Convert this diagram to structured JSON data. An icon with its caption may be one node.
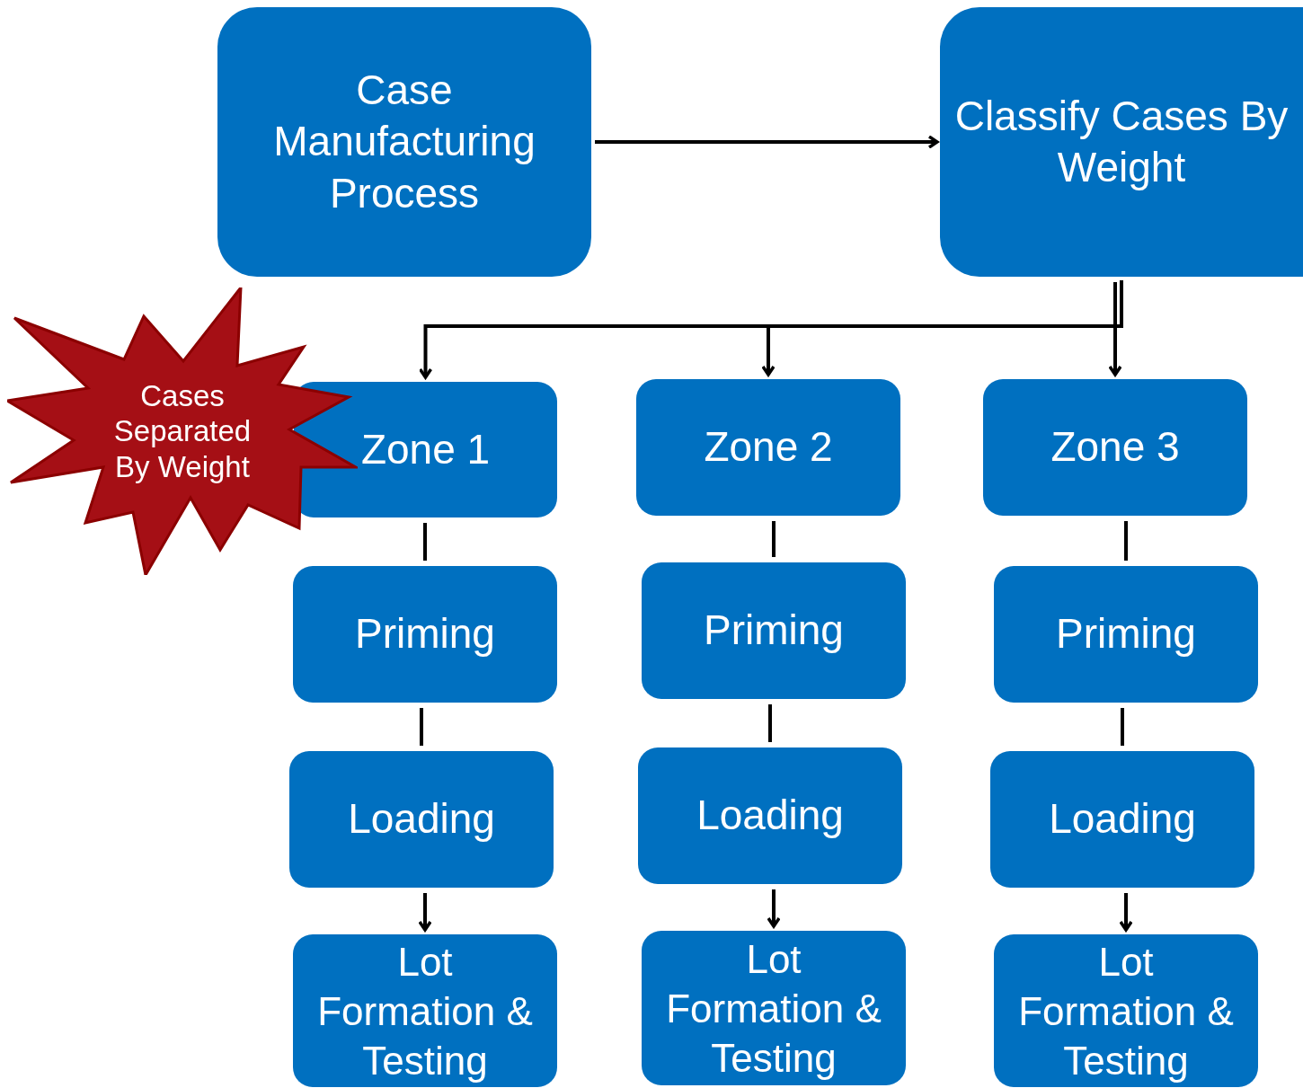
{
  "diagram": {
    "nodes": [
      {
        "text": [
          "Case Manufacturing Process"
        ]
      },
      {
        "text": [
          "Classify Cases By Weight"
        ]
      },
      {
        "text": [
          "Cases Separated By Weight"
        ]
      },
      {
        "text": [
          "Zone 1"
        ]
      },
      {
        "text": [
          "Zone 2"
        ]
      },
      {
        "text": [
          "Zone 3"
        ]
      },
      {
        "text": [
          "Priming"
        ]
      },
      {
        "text": [
          "Priming"
        ]
      },
      {
        "text": [
          "Priming"
        ]
      },
      {
        "text": [
          "Loading"
        ]
      },
      {
        "text": [
          "Loading"
        ]
      },
      {
        "text": [
          "Loading"
        ]
      },
      {
        "text": [
          "Lot Formation & Testing"
        ]
      },
      {
        "text": [
          "Lot Formation & Testing"
        ]
      },
      {
        "text": [
          "Lot Formation & Testing"
        ]
      }
    ],
    "edges": [
      {
        "from": 0,
        "to": 1,
        "arrow": "to"
      },
      {
        "from": 1,
        "to": 3,
        "arrow": "to"
      },
      {
        "from": 1,
        "to": 4,
        "arrow": "to"
      },
      {
        "from": 1,
        "to": 5,
        "arrow": "to"
      },
      {
        "from": 3,
        "to": 6,
        "arrow": "none"
      },
      {
        "from": 4,
        "to": 7,
        "arrow": "none"
      },
      {
        "from": 5,
        "to": 8,
        "arrow": "none"
      },
      {
        "from": 6,
        "to": 9,
        "arrow": "none"
      },
      {
        "from": 7,
        "to": 10,
        "arrow": "none"
      },
      {
        "from": 8,
        "to": 11,
        "arrow": "none"
      },
      {
        "from": 9,
        "to": 12,
        "arrow": "to"
      },
      {
        "from": 10,
        "to": 13,
        "arrow": "to"
      },
      {
        "from": 11,
        "to": 14,
        "arrow": "to"
      }
    ]
  }
}
